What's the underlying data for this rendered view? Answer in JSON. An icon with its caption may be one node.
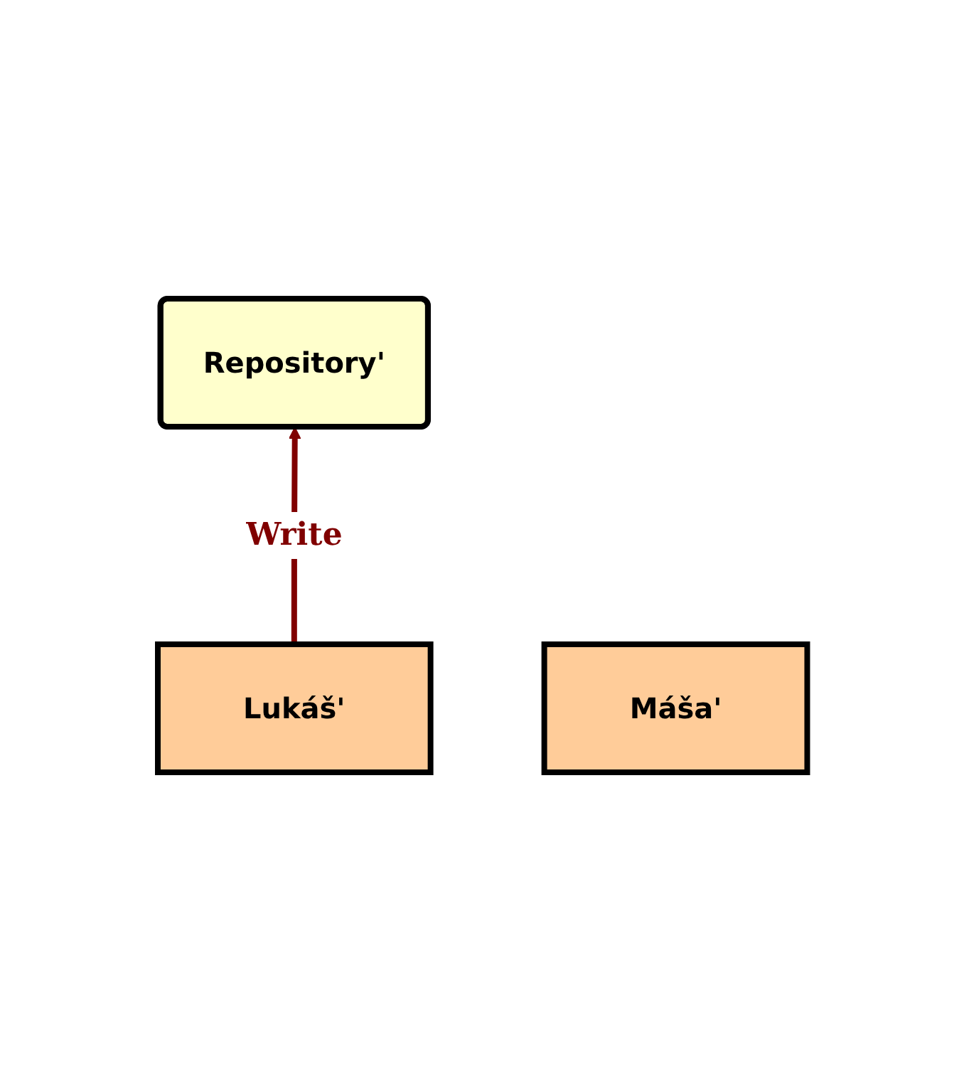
{
  "diagram": {
    "nodes": [
      {
        "text": [
          "Repository'"
        ]
      },
      {
        "text": [
          "Lukáš'"
        ]
      },
      {
        "text": [
          "Máša'"
        ]
      }
    ],
    "edges": [
      {
        "from": 1,
        "to": 0,
        "arrow": "to",
        "label": "Write",
        "color": "#800000"
      }
    ]
  }
}
